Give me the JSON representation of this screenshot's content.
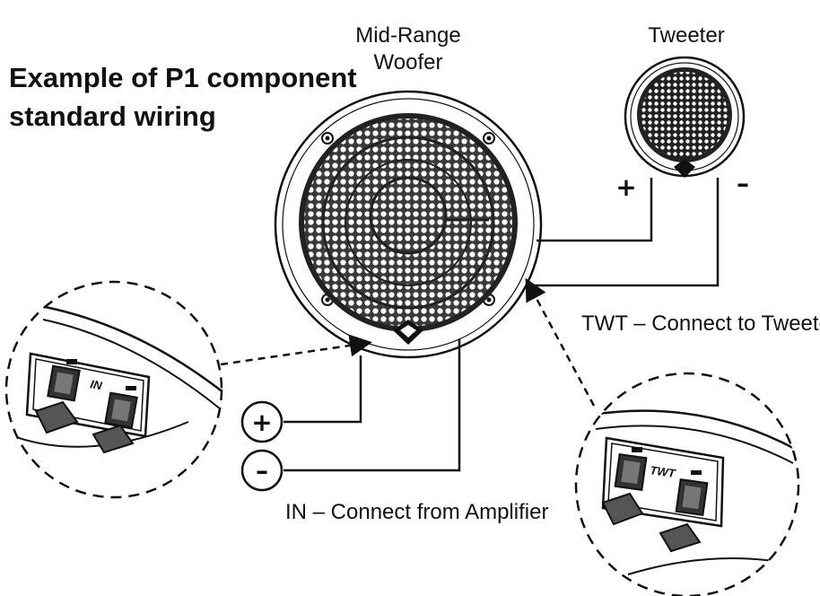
{
  "title": {
    "line1": "Example of P1 component",
    "line2": "standard wiring"
  },
  "woofer": {
    "label_line1": "Mid-Range",
    "label_line2": "Woofer"
  },
  "tweeter": {
    "label": "Tweeter",
    "positive_sign": "+",
    "negative_sign": "–"
  },
  "connections": {
    "twt_caption": "TWT – Connect to Tweeter",
    "in_caption": "IN – Connect from Amplifier",
    "amp_positive": "+",
    "amp_negative": "–"
  },
  "insets": {
    "in_terminal_label": "IN",
    "twt_terminal_label": "TWT"
  },
  "icons": [
    "speaker-grille-icon",
    "tweeter-dome-icon",
    "terminal-block-icon",
    "plus-circle-icon",
    "minus-circle-icon"
  ]
}
